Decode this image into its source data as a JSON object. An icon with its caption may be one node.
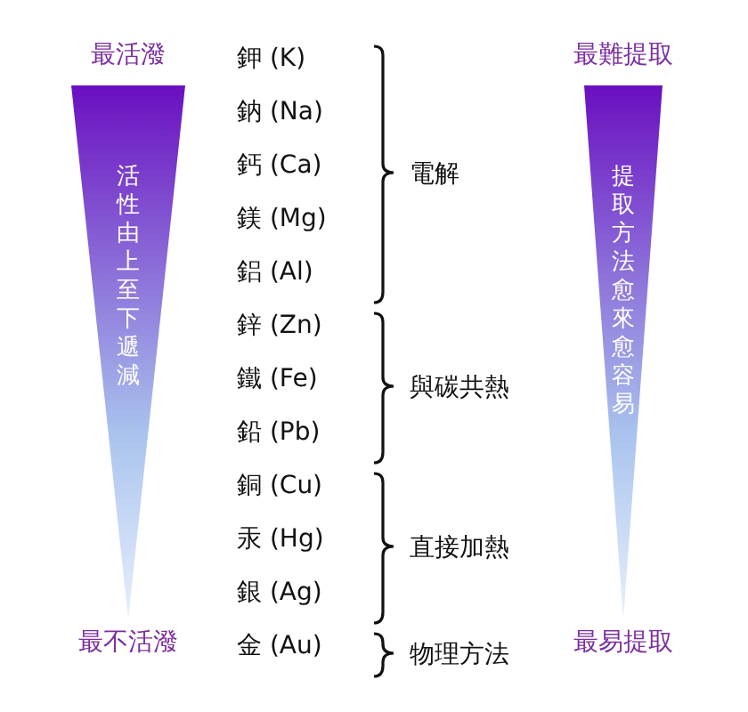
{
  "diagram": {
    "nodes": [
      {
        "text": [
          "活性由上至下遞減"
        ],
        "beside": [
          "最活潑",
          "最不活潑"
        ]
      },
      {
        "text": [
          "提取方法愈來愈容易"
        ],
        "beside": [
          "最難提取",
          "最易提取"
        ]
      }
    ],
    "labels": [
      "鉀 (K)",
      "鈉 (Na)",
      "鈣 (Ca)",
      "鎂 (Mg)",
      "鋁 (Al)",
      "鋅 (Zn)",
      "鐵 (Fe)",
      "鉛 (Pb)",
      "銅 (Cu)",
      "汞 (Hg)",
      "銀 (Ag)",
      "金 (Au)",
      "電解",
      "與碳共熱",
      "直接加熱",
      "物理方法"
    ]
  }
}
